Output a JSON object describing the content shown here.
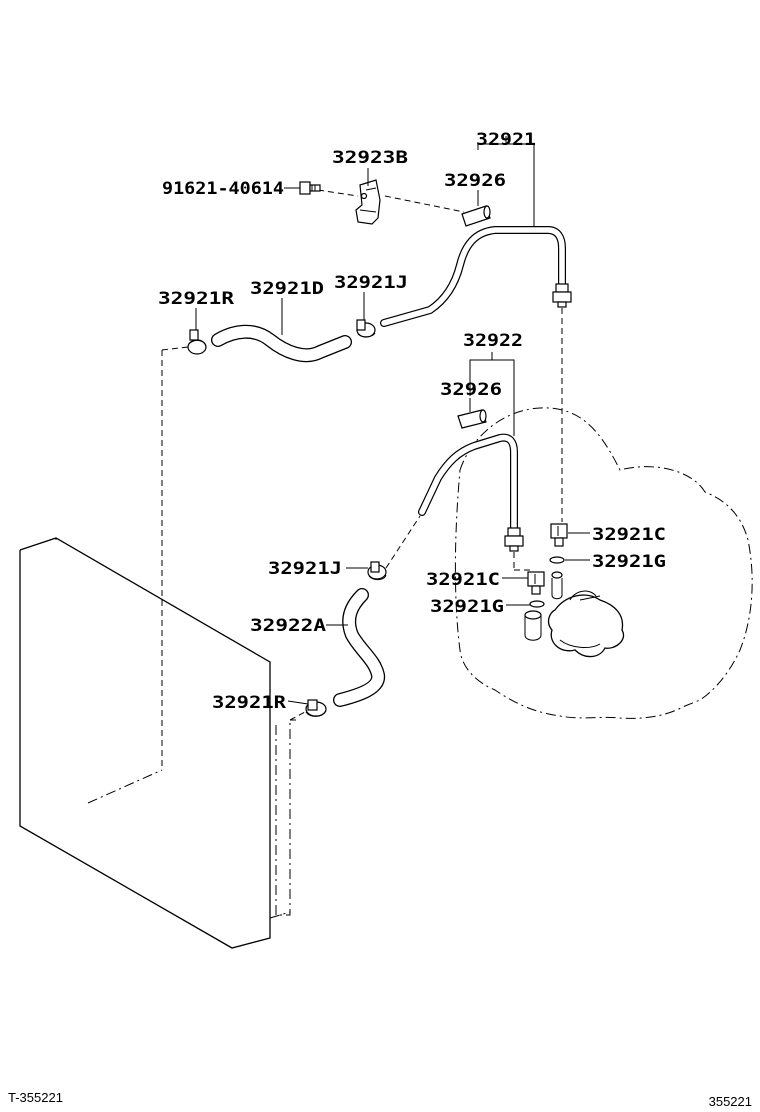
{
  "labels": {
    "hose_assy_1": "32921",
    "hose_assy_2": "32922",
    "bracket": "32923B",
    "bolt": "91621-40614",
    "sleeve_upper": "32926",
    "sleeve_lower": "32926",
    "clamp_r_upper": "32921R",
    "hose_d": "32921D",
    "clamp_j_upper": "32921J",
    "clamp_j_lower": "32921J",
    "hose_a": "32922A",
    "clamp_r_lower": "32921R",
    "union_c_right": "32921C",
    "gasket_g_right": "32921G",
    "union_c_left": "32921C",
    "gasket_g_left": "32921G"
  },
  "footer": {
    "left": "T-355221",
    "right": "355221"
  }
}
